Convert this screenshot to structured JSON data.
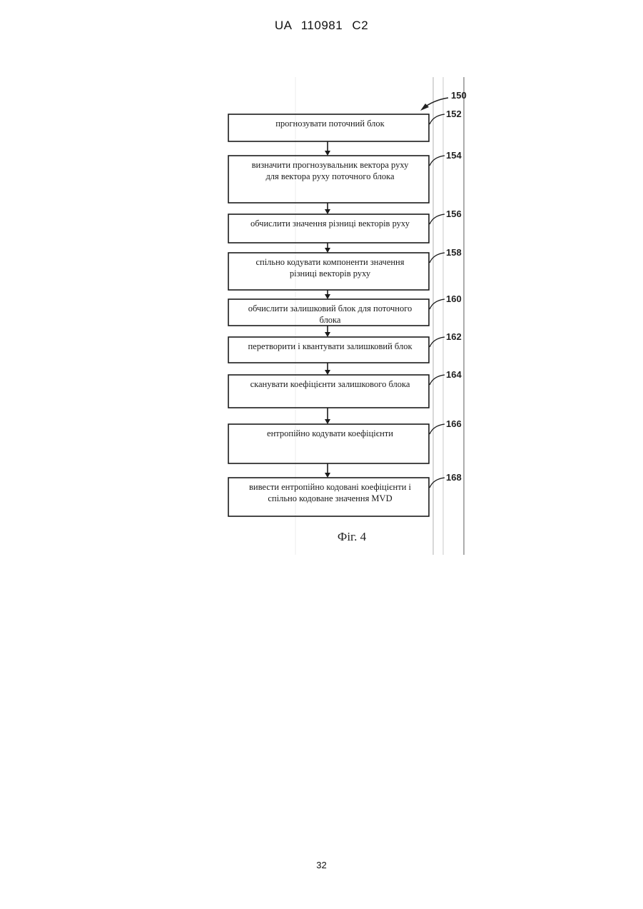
{
  "header": {
    "text": "UA   110981   C2"
  },
  "figure": {
    "reference": "150",
    "steps": [
      {
        "ref": "152",
        "lines": [
          "прогнозувати поточний блок"
        ]
      },
      {
        "ref": "154",
        "lines": [
          "визначити прогнозувальник вектора руху",
          "для вектора руху поточного блока"
        ]
      },
      {
        "ref": "156",
        "lines": [
          "обчислити значення різниці векторів руху"
        ]
      },
      {
        "ref": "158",
        "lines": [
          "спільно кодувати компоненти значення",
          "різниці векторів руху"
        ]
      },
      {
        "ref": "160",
        "lines": [
          "обчислити залишковий блок для поточного",
          "блока"
        ]
      },
      {
        "ref": "162",
        "lines": [
          "перетворити і квантувати залишковий блок"
        ]
      },
      {
        "ref": "164",
        "lines": [
          "сканувати коефіцієнти залишкового блока"
        ]
      },
      {
        "ref": "166",
        "lines": [
          "ентропійно кодувати коефіцієнти"
        ]
      },
      {
        "ref": "168",
        "lines": [
          "вивести ентропійно кодовані коефіцієнти і",
          "спільно кодоване значення MVD"
        ]
      }
    ],
    "caption": "Фіг. 4"
  },
  "footer": {
    "page_number": "32"
  }
}
